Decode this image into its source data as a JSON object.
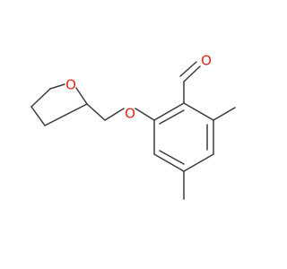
{
  "molecule": {
    "atoms": {
      "ether_oxygen": {
        "symbol": "O"
      },
      "ring_oxygen": {
        "symbol": "O"
      },
      "carbonyl_oxygen": {
        "symbol": "O"
      }
    },
    "colors": {
      "bond": "#3a3a3a",
      "oxygen": "#e2231a",
      "background": "#ffffff"
    }
  }
}
